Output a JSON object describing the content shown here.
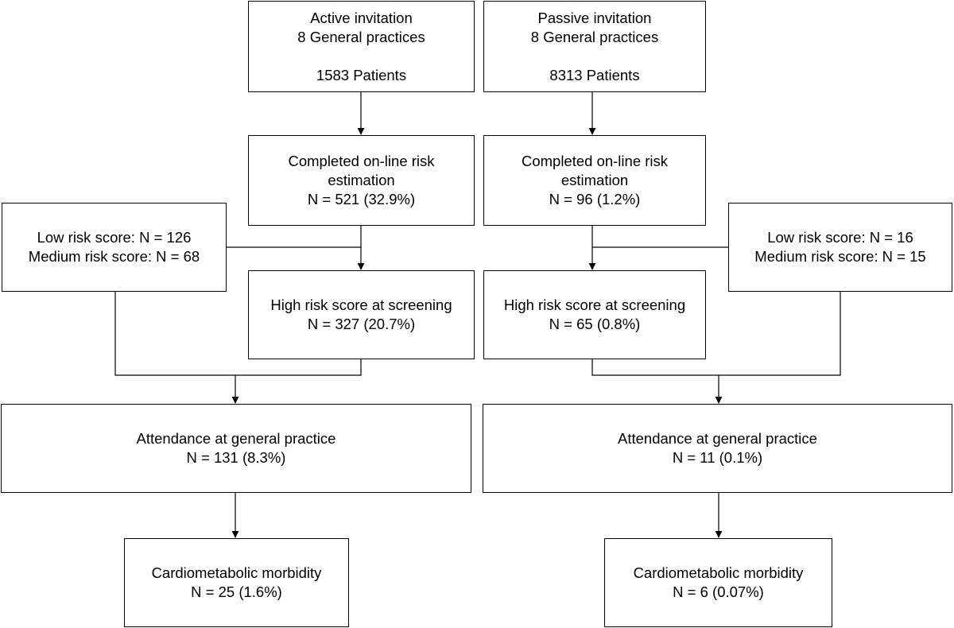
{
  "left": {
    "invitation": {
      "line1": "Active invitation",
      "line2": "8 General practices",
      "line3": "1583 Patients"
    },
    "completed": {
      "line1": "Completed on-line risk",
      "line2": "estimation",
      "line3": "N = 521 (32.9%)"
    },
    "low_medium": {
      "line1": "Low risk score: N = 126",
      "line2": "Medium risk score: N = 68"
    },
    "high_risk": {
      "line1": "High risk score at screening",
      "line2": "N = 327 (20.7%)"
    },
    "attendance": {
      "line1": "Attendance at general practice",
      "line2": "N = 131 (8.3%)"
    },
    "morbidity": {
      "line1": "Cardiometabolic morbidity",
      "line2": "N = 25 (1.6%)"
    }
  },
  "right": {
    "invitation": {
      "line1": "Passive invitation",
      "line2": "8 General practices",
      "line3": "8313 Patients"
    },
    "completed": {
      "line1": "Completed on-line risk",
      "line2": "estimation",
      "line3": "N = 96 (1.2%)"
    },
    "low_medium": {
      "line1": "Low risk score: N = 16",
      "line2": "Medium risk score: N = 15"
    },
    "high_risk": {
      "line1": "High risk score at screening",
      "line2": "N = 65 (0.8%)"
    },
    "attendance": {
      "line1": "Attendance at general practice",
      "line2": "N = 11 (0.1%)"
    },
    "morbidity": {
      "line1": "Cardiometabolic morbidity",
      "line2": "N = 6 (0.07%)"
    }
  }
}
